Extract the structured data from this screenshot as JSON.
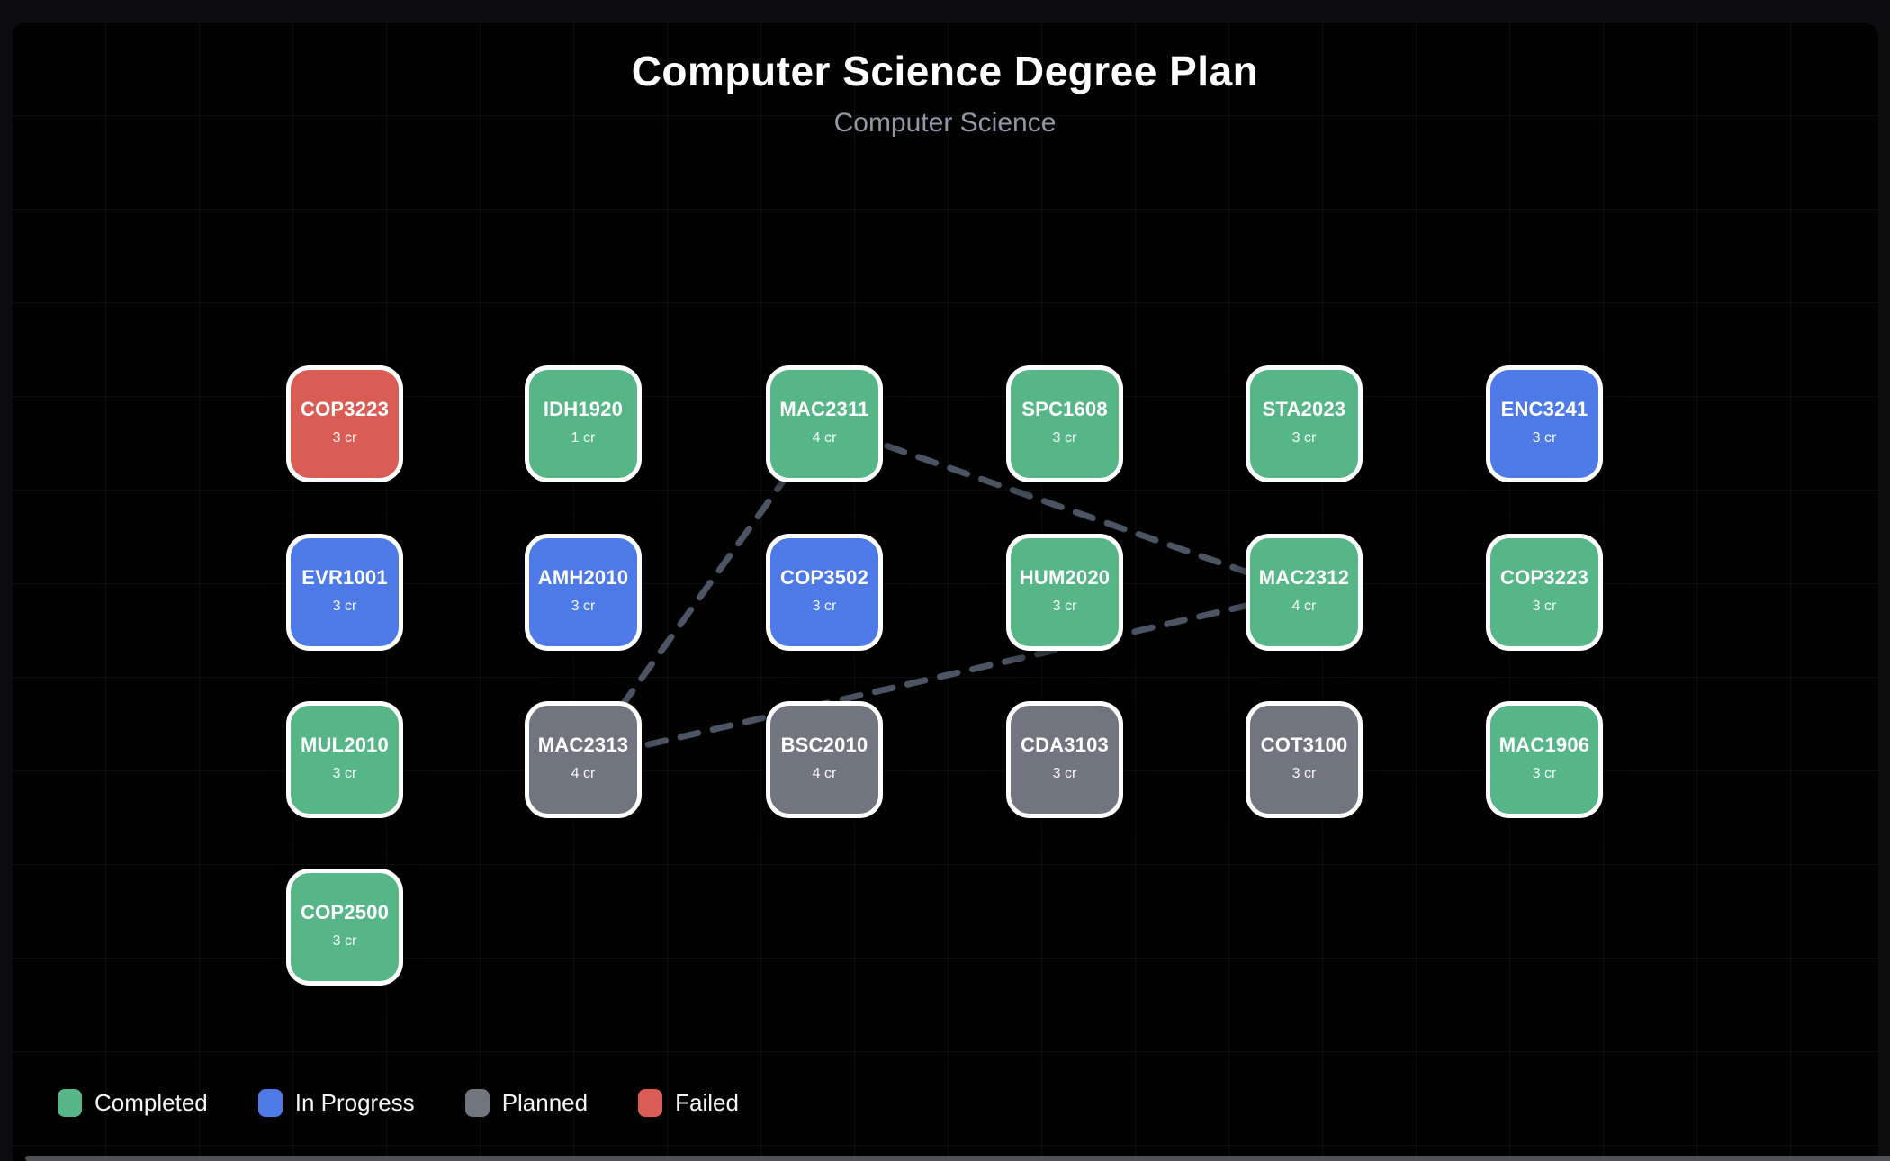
{
  "header": {
    "title": "Computer Science Degree Plan",
    "subtitle": "Computer Science"
  },
  "status_colors": {
    "completed": "#57b687",
    "in_progress": "#4e7ae8",
    "planned": "#71757f",
    "failed": "#d95c55"
  },
  "nodes": [
    {
      "code": "COP3223",
      "credits": "3 cr",
      "status": "failed",
      "col": 0,
      "row": 0
    },
    {
      "code": "IDH1920",
      "credits": "1 cr",
      "status": "completed",
      "col": 1,
      "row": 0
    },
    {
      "code": "MAC2311",
      "credits": "4 cr",
      "status": "completed",
      "col": 2,
      "row": 0
    },
    {
      "code": "SPC1608",
      "credits": "3 cr",
      "status": "completed",
      "col": 3,
      "row": 0
    },
    {
      "code": "STA2023",
      "credits": "3 cr",
      "status": "completed",
      "col": 4,
      "row": 0
    },
    {
      "code": "ENC3241",
      "credits": "3 cr",
      "status": "in_progress",
      "col": 5,
      "row": 0
    },
    {
      "code": "EVR1001",
      "credits": "3 cr",
      "status": "in_progress",
      "col": 0,
      "row": 1
    },
    {
      "code": "AMH2010",
      "credits": "3 cr",
      "status": "in_progress",
      "col": 1,
      "row": 1
    },
    {
      "code": "COP3502",
      "credits": "3 cr",
      "status": "in_progress",
      "col": 2,
      "row": 1
    },
    {
      "code": "HUM2020",
      "credits": "3 cr",
      "status": "completed",
      "col": 3,
      "row": 1
    },
    {
      "code": "MAC2312",
      "credits": "4 cr",
      "status": "completed",
      "col": 4,
      "row": 1
    },
    {
      "code": "COP3223",
      "credits": "3 cr",
      "status": "completed",
      "col": 5,
      "row": 1
    },
    {
      "code": "MUL2010",
      "credits": "3 cr",
      "status": "completed",
      "col": 0,
      "row": 2
    },
    {
      "code": "MAC2313",
      "credits": "4 cr",
      "status": "planned",
      "col": 1,
      "row": 2
    },
    {
      "code": "BSC2010",
      "credits": "4 cr",
      "status": "planned",
      "col": 2,
      "row": 2
    },
    {
      "code": "CDA3103",
      "credits": "3 cr",
      "status": "planned",
      "col": 3,
      "row": 2
    },
    {
      "code": "COT3100",
      "credits": "3 cr",
      "status": "planned",
      "col": 4,
      "row": 2
    },
    {
      "code": "MAC1906",
      "credits": "3 cr",
      "status": "completed",
      "col": 5,
      "row": 2
    },
    {
      "code": "COP2500",
      "credits": "3 cr",
      "status": "completed",
      "col": 0,
      "row": 3
    }
  ],
  "edges": [
    {
      "from": "MAC2311",
      "to": "MAC2312"
    },
    {
      "from": "MAC2313",
      "to": "MAC2311"
    },
    {
      "from": "MAC2313",
      "to": "MAC2312"
    }
  ],
  "edge_style": {
    "color": "#4b5564",
    "width": 7,
    "dash": "20 17"
  },
  "legend": [
    {
      "label": "Completed",
      "status": "completed"
    },
    {
      "label": "In Progress",
      "status": "in_progress"
    },
    {
      "label": "Planned",
      "status": "planned"
    },
    {
      "label": "Failed",
      "status": "failed"
    }
  ]
}
